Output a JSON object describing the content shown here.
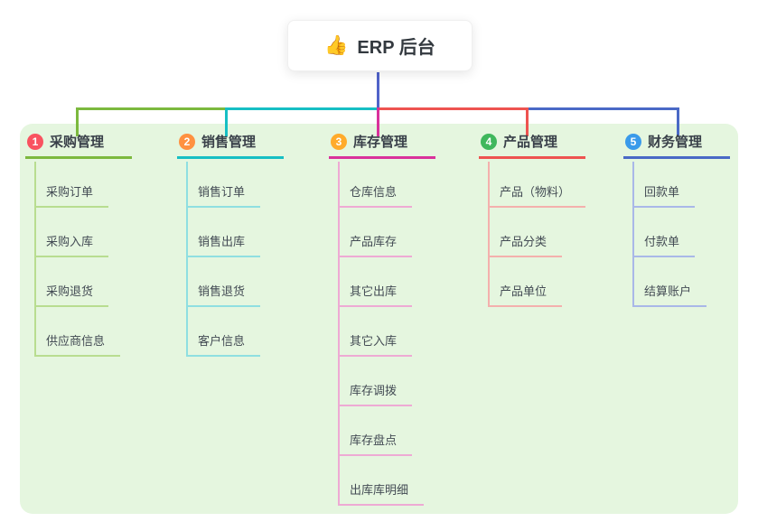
{
  "root": {
    "emoji": "👍",
    "label": "ERP 后台"
  },
  "colors": {
    "stem": "#5063c9",
    "background_panel": "#e5f6df",
    "branch_styles": [
      {
        "main": "#7cb93e",
        "light": "#b8dd90",
        "badge": "#f95360"
      },
      {
        "main": "#16bfc4",
        "light": "#8fdfe1",
        "badge": "#ff9140"
      },
      {
        "main": "#d9319b",
        "light": "#eeaad4",
        "badge": "#ffab2b"
      },
      {
        "main": "#ee5350",
        "light": "#f4b0ad",
        "badge": "#3fb75c"
      },
      {
        "main": "#4a69c6",
        "light": "#a9b8e8",
        "badge": "#3a9aea"
      }
    ]
  },
  "branches": [
    {
      "badge": "1",
      "label": "采购管理",
      "children": [
        "采购订单",
        "采购入库",
        "采购退货",
        "供应商信息"
      ]
    },
    {
      "badge": "2",
      "label": "销售管理",
      "children": [
        "销售订单",
        "销售出库",
        "销售退货",
        "客户信息"
      ]
    },
    {
      "badge": "3",
      "label": "库存管理",
      "children": [
        "仓库信息",
        "产品库存",
        "其它出库",
        "其它入库",
        "库存调拨",
        "库存盘点",
        "出库库明细"
      ]
    },
    {
      "badge": "4",
      "label": "产品管理",
      "children": [
        "产品（物料）",
        "产品分类",
        "产品单位"
      ]
    },
    {
      "badge": "5",
      "label": "财务管理",
      "children": [
        "回款单",
        "付款单",
        "结算账户"
      ]
    }
  ]
}
